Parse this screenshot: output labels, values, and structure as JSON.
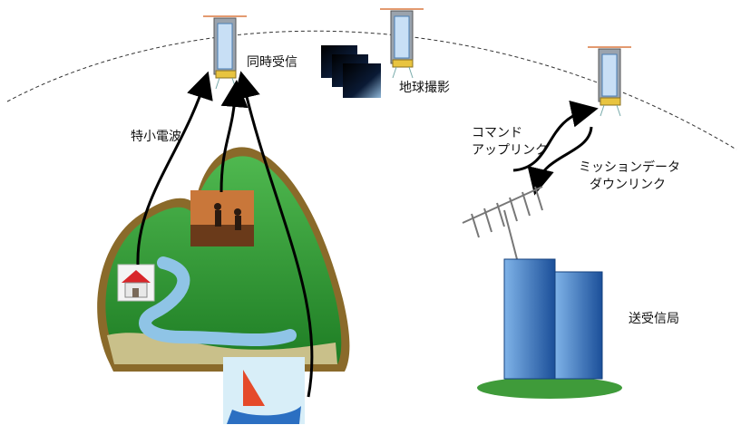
{
  "labels": {
    "simultaneous_reception": "同時受信",
    "earth_imaging": "地球撮影",
    "tokusho_radio": "特小電波",
    "command_uplink_1": "コマンド",
    "command_uplink_2": "アップリンク",
    "mission_downlink_1": "ミッションデータ",
    "mission_downlink_2": "ダウンリンク",
    "ground_station": "送受信局"
  },
  "colors": {
    "mountain_green": "#2e9b2e",
    "mountain_edge": "#8a6a2a",
    "river": "#8fc4e6",
    "building_blue": "#1f5fb0",
    "arrow": "#000000"
  }
}
